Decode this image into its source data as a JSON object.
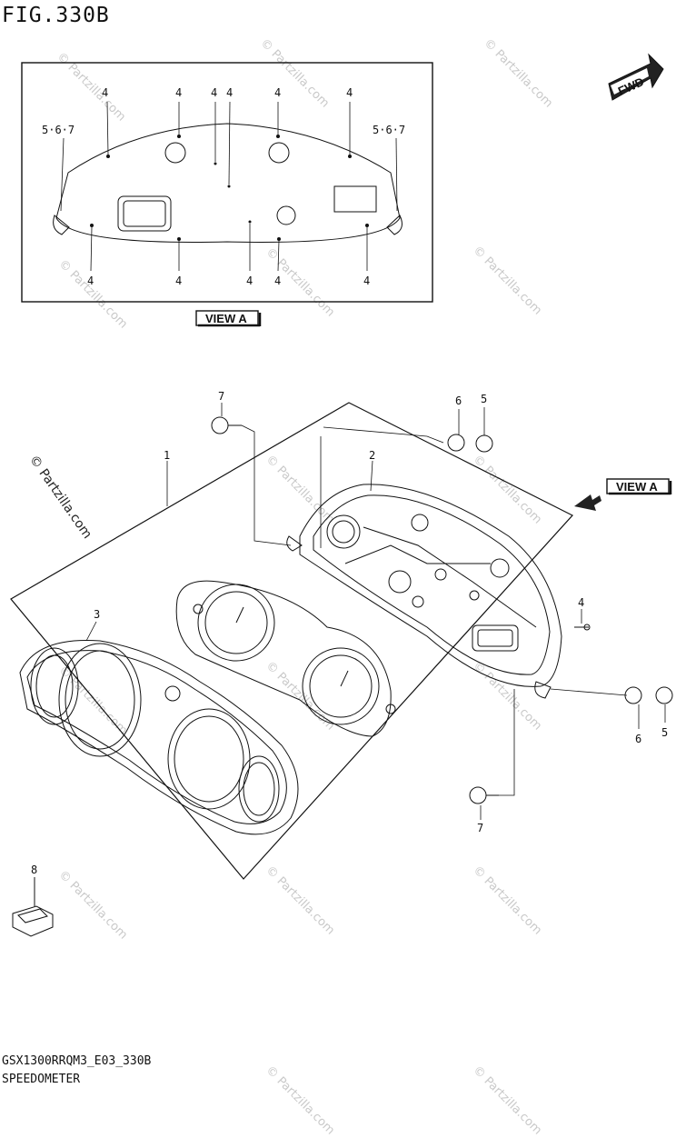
{
  "figure": {
    "title": "FIG.330B",
    "model_code": "GSX1300RRQM3_E03_330B",
    "section": "SPEEDOMETER"
  },
  "fwd_label": "FWD",
  "view_label": "VIEW A",
  "watermark": "© Partzilla.com",
  "view_a_callouts": {
    "top": [
      "4",
      "4",
      "4",
      "4",
      "4",
      "4"
    ],
    "side_left": "5·6·7",
    "side_right": "5·6·7",
    "bottom": [
      "4",
      "4",
      "4",
      "4",
      "4"
    ]
  },
  "main_callouts": [
    "1",
    "2",
    "3",
    "4",
    "5",
    "6",
    "7",
    "8",
    "5",
    "6",
    "7"
  ]
}
